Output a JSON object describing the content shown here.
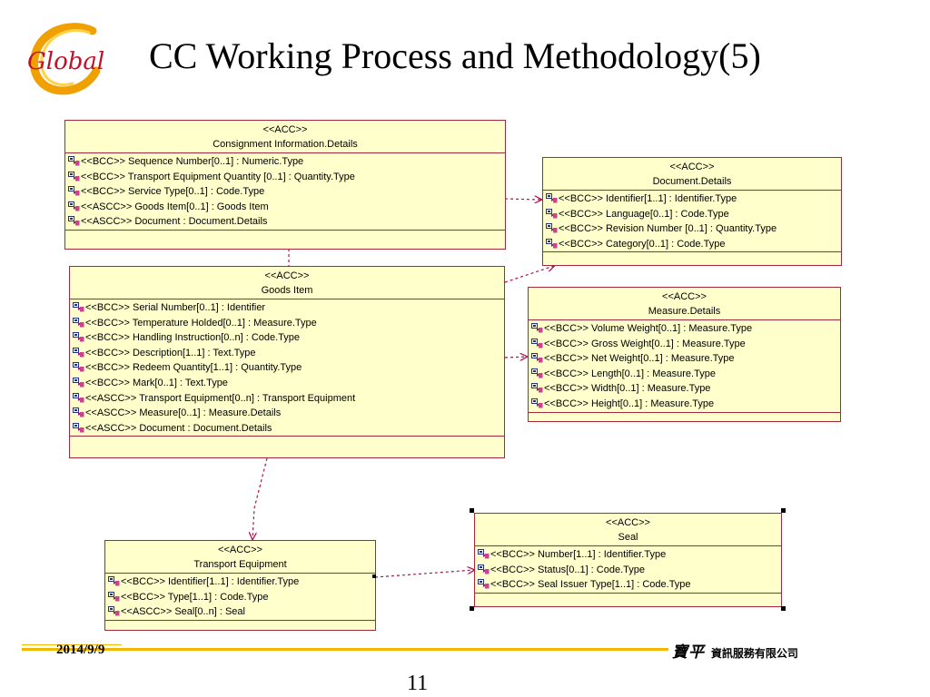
{
  "slide": {
    "title": "CC Working Process and Methodology(5)",
    "logo_text": "Global",
    "date": "2014/9/9",
    "page_number": "11",
    "company_mark": "寶平",
    "company_name": "資訊服務有限公司"
  },
  "colors": {
    "box_fill": "#ffffcc",
    "box_border": "#a5283c",
    "link": "#b0104a",
    "footer_line": "#f2b800",
    "logo_orange": "#f0a000",
    "logo_red": "#c0102a"
  },
  "diagram": {
    "consignment": {
      "stereotype": "<<ACC>>",
      "name": "Consignment Information.Details",
      "attributes": [
        "<<BCC>> Sequence Number[0..1] : Numeric.Type",
        "<<BCC>> Transport Equipment Quantity [0..1] : Quantity.Type",
        "<<BCC>> Service Type[0..1] : Code.Type",
        "<<ASCC>> Goods Item[0..1] : Goods Item",
        "<<ASCC>> Document : Document.Details"
      ]
    },
    "document": {
      "stereotype": "<<ACC>>",
      "name": "Document.Details",
      "attributes": [
        "<<BCC>> Identifier[1..1] : Identifier.Type",
        "<<BCC>> Language[0..1] : Code.Type",
        "<<BCC>> Revision Number [0..1] : Quantity.Type",
        "<<BCC>> Category[0..1] : Code.Type"
      ]
    },
    "goods_item": {
      "stereotype": "<<ACC>>",
      "name": "Goods Item",
      "attributes": [
        "<<BCC>> Serial Number[0..1] : Identifier",
        "<<BCC>> Temperature Holded[0..1] : Measure.Type",
        "<<BCC>> Handling Instruction[0..n] : Code.Type",
        "<<BCC>> Description[1..1] : Text.Type",
        "<<BCC>> Redeem Quantity[1..1] : Quantity.Type",
        "<<BCC>> Mark[0..1] : Text.Type",
        "<<ASCC>> Transport Equipment[0..n] : Transport Equipment",
        "<<ASCC>> Measure[0..1] : Measure.Details",
        "<<ASCC>> Document : Document.Details"
      ]
    },
    "measure": {
      "stereotype": "<<ACC>>",
      "name": "Measure.Details",
      "attributes": [
        "<<BCC>> Volume Weight[0..1] : Measure.Type",
        "<<BCC>> Gross Weight[0..1] : Measure.Type",
        "<<BCC>> Net Weight[0..1] : Measure.Type",
        "<<BCC>> Length[0..1] : Measure.Type",
        "<<BCC>> Width[0..1] : Measure.Type",
        "<<BCC>> Height[0..1] : Measure.Type"
      ]
    },
    "transport_equipment": {
      "stereotype": "<<ACC>>",
      "name": "Transport Equipment",
      "attributes": [
        "<<BCC>> Identifier[1..1] : Identifier.Type",
        "<<BCC>> Type[1..1] : Code.Type",
        "<<ASCC>> Seal[0..n] : Seal"
      ]
    },
    "seal": {
      "stereotype": "<<ACC>>",
      "name": "Seal",
      "attributes": [
        "<<BCC>> Number[1..1] : Identifier.Type",
        "<<BCC>> Status[0..1] : Code.Type",
        "<<BCC>> Seal Issuer Type[1..1] : Code.Type"
      ]
    },
    "links": [
      {
        "from": "consignment",
        "to": "document"
      },
      {
        "from": "consignment",
        "to": "goods_item"
      },
      {
        "from": "goods_item",
        "to": "document"
      },
      {
        "from": "goods_item",
        "to": "measure"
      },
      {
        "from": "goods_item",
        "to": "transport_equipment"
      },
      {
        "from": "transport_equipment",
        "to": "seal"
      }
    ]
  }
}
